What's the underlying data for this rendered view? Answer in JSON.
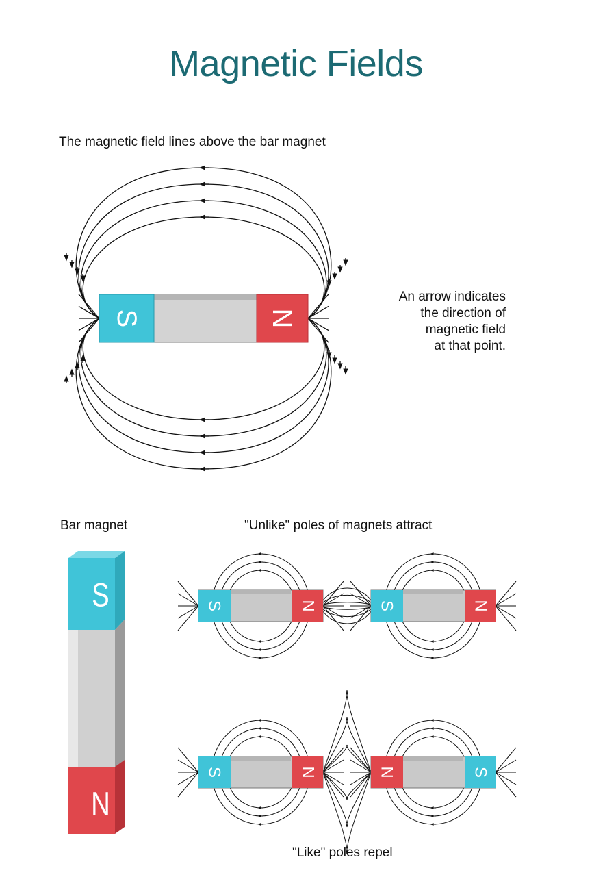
{
  "title": "Magnetic Fields",
  "section1": {
    "heading": "The magnetic field lines above the bar magnet",
    "note_lines": [
      "An arrow indicates",
      "the direction of",
      "magnetic field",
      "at that point."
    ]
  },
  "section2": {
    "bar_heading": "Bar magnet",
    "unlike_heading": "\"Unlike\" poles of magnets attract",
    "like_heading": "\"Like\" poles repel"
  },
  "poles": {
    "south": "S",
    "north": "N"
  },
  "colors": {
    "title": "#1c6a73",
    "south": "#40c4d8",
    "north": "#e0474c",
    "body": "#c9c9c9",
    "line": "#111111"
  },
  "icons": [
    "bar-magnet-icon",
    "field-line-arrow-icon"
  ]
}
